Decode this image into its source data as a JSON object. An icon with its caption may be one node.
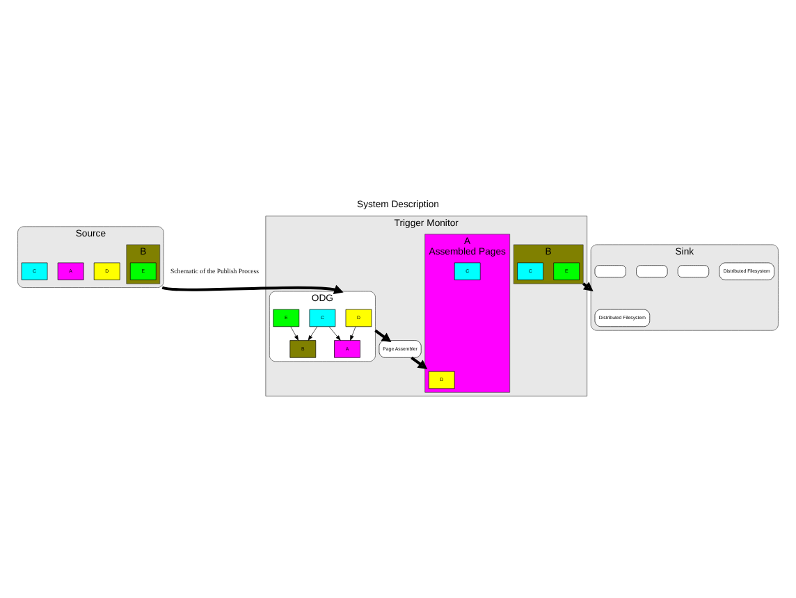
{
  "diagram": {
    "title": "System Description",
    "nodes": [
      {
        "text": [
          "Trigger Monitor"
        ]
      },
      {
        "text": [
          "ODG"
        ],
        "in": 0
      },
      {
        "text": [
          "D"
        ],
        "in": 1
      },
      {
        "text": [
          "C"
        ],
        "in": 1
      },
      {
        "text": [
          "E"
        ],
        "in": 1
      },
      {
        "text": [
          "A"
        ],
        "in": 1
      },
      {
        "text": [
          "B"
        ],
        "in": 1
      },
      {
        "text": [
          "Page Assembler"
        ],
        "in": 0
      },
      {
        "text": [
          "A"
        ],
        "in": 0,
        "beside": [
          "Assembled Pages"
        ]
      },
      {
        "text": [
          "D"
        ],
        "in": 8
      },
      {
        "text": [
          "C"
        ],
        "in": 8
      },
      {
        "text": [
          "B"
        ],
        "in": 0
      },
      {
        "text": [
          "E"
        ],
        "in": 11
      },
      {
        "text": [
          "C"
        ],
        "in": 11
      },
      {
        "text": [
          "Source"
        ]
      },
      {
        "text": [
          "B"
        ],
        "in": 14
      },
      {
        "text": [
          "E"
        ],
        "in": 15
      },
      {
        "text": [
          "D"
        ],
        "in": 14
      },
      {
        "text": [
          "A"
        ],
        "in": 14
      },
      {
        "text": [
          "C"
        ],
        "in": 14
      },
      {
        "text": [
          "Sink"
        ]
      },
      {
        "text": [
          "Distributed Filesystem"
        ],
        "in": 20
      },
      {
        "text": [
          "Distributed Filesystem"
        ],
        "in": 20
      },
      {
        "text": [],
        "shape": "box",
        "in": 20
      },
      {
        "text": [],
        "shape": "box",
        "in": 20
      },
      {
        "text": [],
        "shape": "box",
        "in": 20
      }
    ],
    "edges": [
      {
        "from": 2,
        "to": 5,
        "arrow": "to"
      },
      {
        "from": 3,
        "to": 5,
        "arrow": "to"
      },
      {
        "from": 3,
        "to": 6,
        "arrow": "to"
      },
      {
        "from": 4,
        "to": 6,
        "arrow": "to"
      },
      {
        "from": 14,
        "to": 1,
        "arrow": "to",
        "style": "thick"
      },
      {
        "from": 1,
        "to": 7,
        "arrow": "to",
        "style": "thick"
      },
      {
        "from": 7,
        "to": 8,
        "arrow": "to",
        "style": "thick"
      },
      {
        "from": 11,
        "to": 20,
        "arrow": "to",
        "style": "thick"
      }
    ],
    "labels": [
      "Schematic of the Publish Process"
    ]
  }
}
